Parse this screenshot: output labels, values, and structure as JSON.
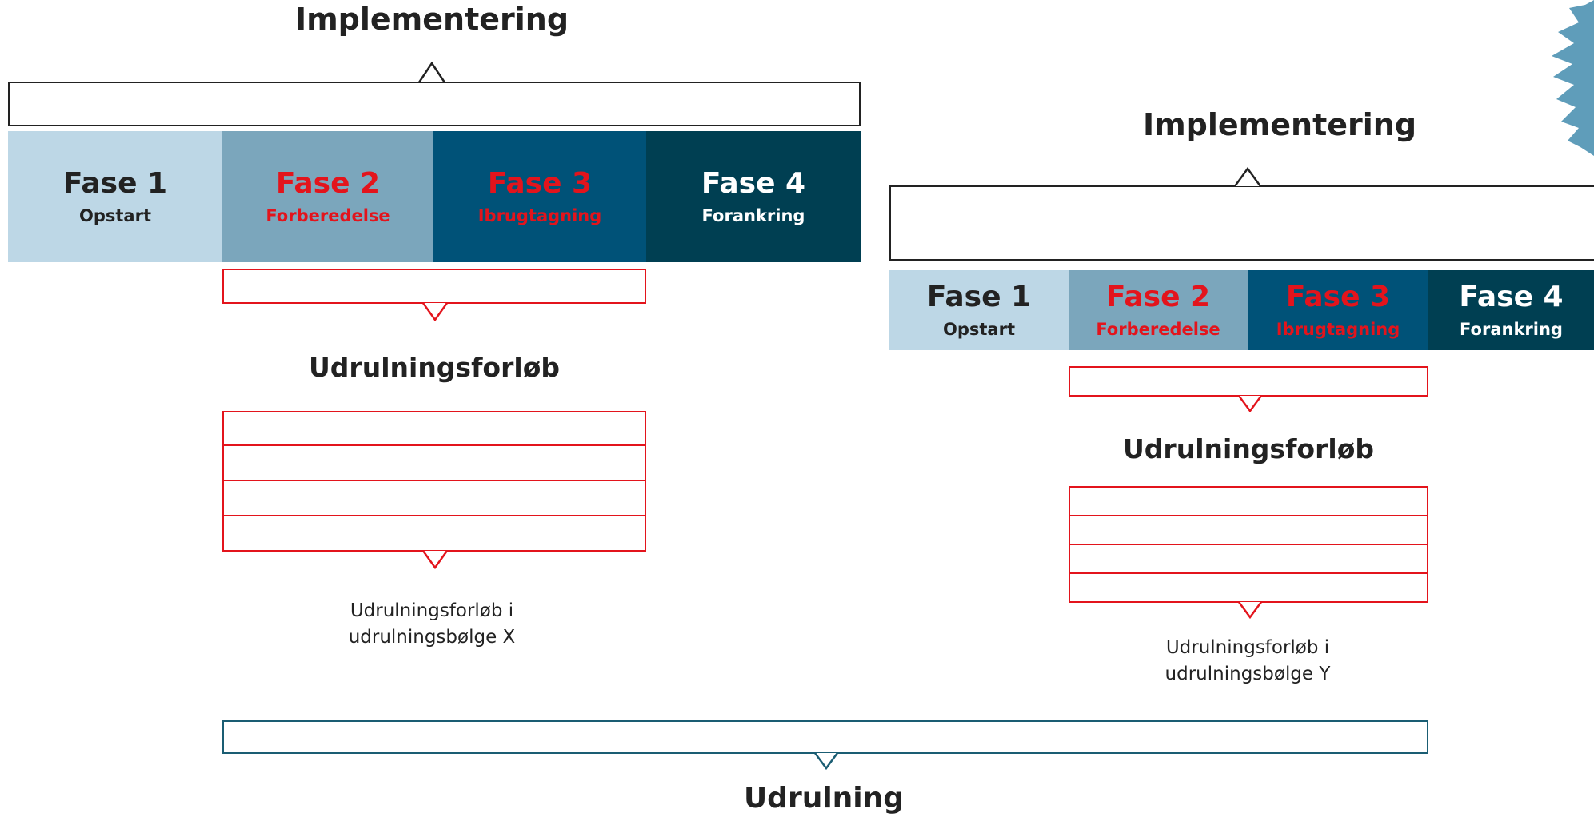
{
  "colors": {
    "phase1": "#bdd7e6",
    "phase2": "#7ba6bc",
    "phase3": "#005278",
    "phase4": "#003f52",
    "dark_text": "#222222",
    "white_text": "#ffffff",
    "red_accent": "#e3141c",
    "teal_border": "#1a5d73",
    "star": "#5f9dba"
  },
  "left": {
    "implementation_title": "Implementering",
    "phases": [
      {
        "title": "Fase 1",
        "subtitle": "Opstart"
      },
      {
        "title": "Fase 2",
        "subtitle": "Forberedelse"
      },
      {
        "title": "Fase 3",
        "subtitle": "Ibrugtagning"
      },
      {
        "title": "Fase 4",
        "subtitle": "Forankring"
      }
    ],
    "rollout_process_title": "Udrulningsforløb",
    "wave_caption_line1": "Udrulningsforløb i",
    "wave_caption_line2": "udrulningsbølge X"
  },
  "right": {
    "implementation_title": "Implementering",
    "phases": [
      {
        "title": "Fase 1",
        "subtitle": "Opstart"
      },
      {
        "title": "Fase 2",
        "subtitle": "Forberedelse"
      },
      {
        "title": "Fase 3",
        "subtitle": "Ibrugtagning"
      },
      {
        "title": "Fase 4",
        "subtitle": "Forankring"
      }
    ],
    "rollout_process_title": "Udrulningsforløb",
    "wave_caption_line1": "Udrulningsforløb i",
    "wave_caption_line2": "udrulningsbølge Y"
  },
  "rollout_title": "Udrulning",
  "icons": {
    "up_arrow": "chevron-up-icon",
    "down_arrow": "chevron-down-icon",
    "star": "star-burst-icon"
  }
}
